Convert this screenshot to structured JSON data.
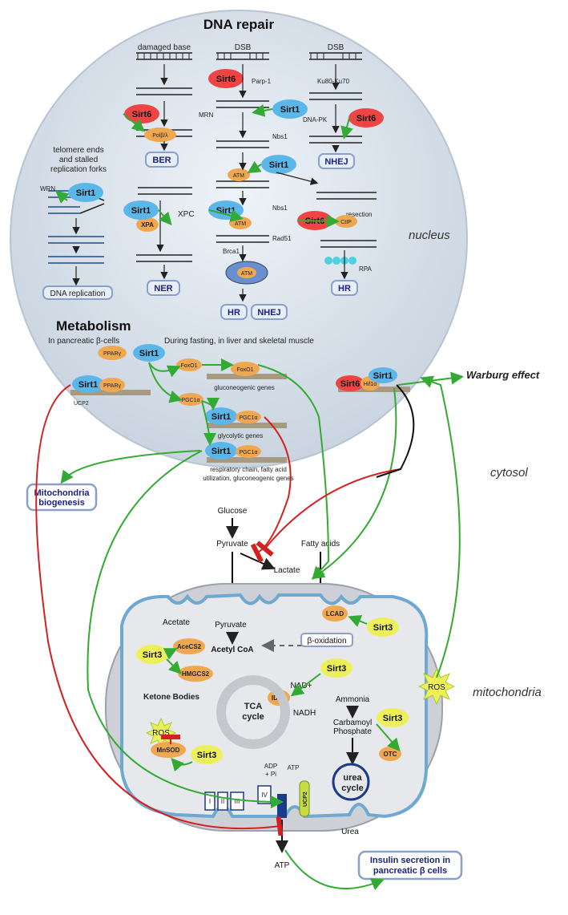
{
  "compartments": {
    "nucleus": "nucleus",
    "cytosol": "cytosol",
    "mitochondria": "mitochondria"
  },
  "sections": {
    "dna_repair": "DNA repair",
    "metabolism": "Metabolism"
  },
  "dna_repair": {
    "damaged_base": "damaged base",
    "dsb_1": "DSB",
    "dsb_2": "DSB",
    "telomere_note": [
      "telomere ends",
      "and stalled",
      "replication forks"
    ],
    "wrn": "WRN",
    "parp1": "Parp-1",
    "mrn": "MRN",
    "nbs1": "Nbs1",
    "nbs1_b": "Nbs1",
    "ku": "Ku80-Ku70",
    "dnapk": "DNA-PK",
    "polb": "Polβ/λ",
    "xpa": "XPA",
    "xpc": "XPC",
    "atm": "ATM",
    "brca1": "Brca1",
    "rad51": "Rad51",
    "ctip": "CtIP",
    "resection": "resection",
    "rpa": "RPA",
    "pathways": {
      "ber": "BER",
      "nhej_1": "NHEJ",
      "ner": "NER",
      "hr_1": "HR",
      "nhej_2": "NHEJ",
      "hr_2": "HR",
      "dna_replication": "DNA replication"
    }
  },
  "sirt_labels": {
    "sirt1": "Sirt1",
    "sirt3": "Sirt3",
    "sirt6": "Sirt6"
  },
  "metabolism": {
    "beta_cells": "In pancreatic β-cells",
    "fasting": "During fasting, in liver and skeletal muscle",
    "ppar": "PPARγ",
    "ucp2_gene": "UCP2",
    "foxo1": "FoxO1",
    "pgc1a": "PGC1α",
    "hif1a": "Hif1α",
    "gluconeogenic": "gluconeogenic genes",
    "glycolytic": "glycolytic genes",
    "resp_1": "respiratory chain, fatty acid",
    "resp_2": "utilization, gluconeogenic genes",
    "warburg": "Warburg effect",
    "mito_biogenesis": [
      "Mitochondria",
      "biogenesis"
    ]
  },
  "cytosol": {
    "glucose": "Glucose",
    "pyruvate": "Pyruvate",
    "lactate": "Lactate",
    "fatty_acids": "Fatty acids"
  },
  "mitochondria": {
    "acetate": "Acetate",
    "pyruvate": "Pyruvate",
    "acetyl_coa": "Acetyl CoA",
    "acecs2": "AceCS2",
    "hmgcs2": "HMGCS2",
    "ketone_bodies": "Ketone Bodies",
    "lcad": "LCAD",
    "beta_oxidation": "β-oxidation",
    "nad": "NAD+",
    "nadh": "NADH",
    "idh2": "IDH2",
    "tca": [
      "TCA",
      "cycle"
    ],
    "ammonia": "Ammonia",
    "carbamoyl": [
      "Carbamoyl",
      "Phosphate"
    ],
    "otc": "OTC",
    "urea_cycle": [
      "urea",
      "cycle"
    ],
    "urea": "Urea",
    "ros_1": "ROS",
    "ros_2": "ROS",
    "mnsod": "MnSOD",
    "adp_pi": [
      "ADP",
      "+ Pi"
    ],
    "atp_small": "ATP",
    "atp": "ATP",
    "ucp2": "UCP2",
    "complexes": [
      "I",
      "II",
      "III",
      "IV"
    ]
  },
  "insulin": [
    "Insulin secretion in",
    "pancreatic β cells"
  ],
  "colors": {
    "sirt1": "#5bb7ea",
    "sirt3": "#eef05a",
    "sirt6": "#ee4444",
    "enzyme": "#f0a850",
    "green_arrow": "#33aa33",
    "red_arrow": "#d42020",
    "pill_border": "#8aa0c8",
    "mito_membrane": "#6fa8d0"
  }
}
